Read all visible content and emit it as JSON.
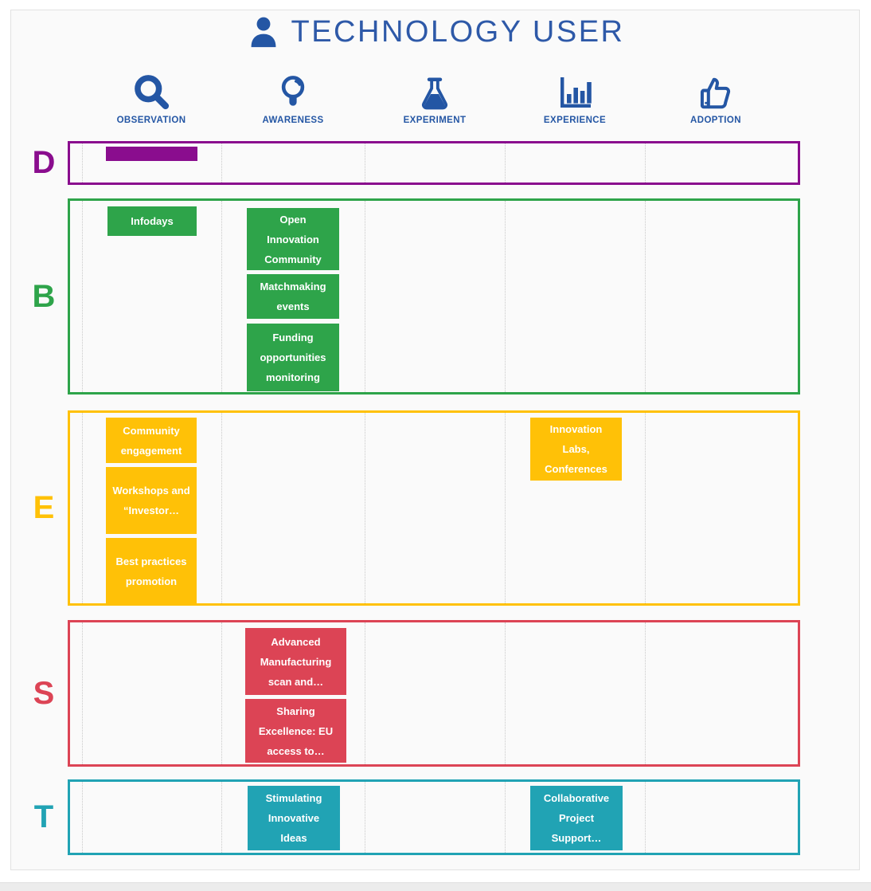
{
  "title": {
    "text": "TECHNOLOGY USER"
  },
  "stages": [
    {
      "label": "OBSERVATION",
      "icon": "magnifier-icon"
    },
    {
      "label": "AWARENESS",
      "icon": "lightbulb-icon"
    },
    {
      "label": "EXPERIMENT",
      "icon": "flask-icon"
    },
    {
      "label": "EXPERIENCE",
      "icon": "bar-chart-icon"
    },
    {
      "label": "ADOPTION",
      "icon": "thumbs-up-icon"
    }
  ],
  "rows": [
    {
      "label": "D",
      "color": "#8a0d8e",
      "items": [
        {
          "text": "",
          "column": "OBSERVATION"
        }
      ]
    },
    {
      "label": "B",
      "color": "#2ea44a",
      "items": [
        {
          "text": "Infodays",
          "column": "OBSERVATION"
        },
        {
          "text": "Open Innovation Community",
          "column": "AWARENESS"
        },
        {
          "text": "Matchmaking events",
          "column": "AWARENESS"
        },
        {
          "text": "Funding opportunities monitoring",
          "column": "AWARENESS"
        }
      ]
    },
    {
      "label": "E",
      "color": "#ffc107",
      "items": [
        {
          "text": "Community engagement",
          "column": "OBSERVATION"
        },
        {
          "text": "Workshops and “Investor…",
          "column": "OBSERVATION"
        },
        {
          "text": "Best practices promotion",
          "column": "OBSERVATION"
        },
        {
          "text": "Innovation Labs, Conferences",
          "column": "EXPERIENCE"
        }
      ]
    },
    {
      "label": "S",
      "color": "#dc4455",
      "items": [
        {
          "text": "Advanced Manufacturing scan and…",
          "column": "AWARENESS"
        },
        {
          "text": "Sharing Excellence: EU access to…",
          "column": "AWARENESS"
        }
      ]
    },
    {
      "label": "T",
      "color": "#21a3b4",
      "items": [
        {
          "text": "Stimulating Innovative Ideas",
          "column": "AWARENESS"
        },
        {
          "text": "Collaborative Project Support…",
          "column": "EXPERIENCE"
        }
      ]
    }
  ],
  "colors": {
    "accent_blue": "#2456a4",
    "title_blue": "#2e59a8",
    "row_d_purple": "#8a0d8e",
    "row_b_green": "#2ea44a",
    "row_e_yellow": "#ffc107",
    "row_s_red": "#dc4455",
    "row_t_teal": "#21a3b4"
  }
}
